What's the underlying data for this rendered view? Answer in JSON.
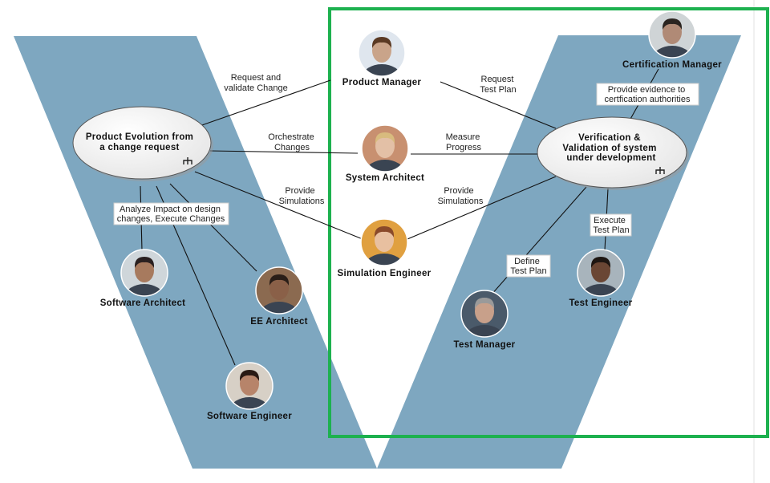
{
  "use_cases": {
    "left": {
      "line1": "Product Evolution from",
      "line2": "a change request"
    },
    "right": {
      "line1": "Verification &",
      "line2": "Validation of system",
      "line3": "under development"
    }
  },
  "actors": {
    "product_manager": "Product Manager",
    "system_architect": "System Architect",
    "simulation_engineer": "Simulation Engineer",
    "software_architect": "Software Architect",
    "ee_architect": "EE Architect",
    "software_engineer": "Software Engineer",
    "certification_manager": "Certification Manager",
    "test_engineer": "Test Engineer",
    "test_manager": "Test Manager"
  },
  "edges": {
    "request_validate": [
      "Request and",
      "validate Change"
    ],
    "orchestrate": [
      "Orchestrate",
      "Changes"
    ],
    "provide_sim_left": [
      "Provide",
      "Simulations"
    ],
    "analyze": [
      "Analyze Impact on design",
      "changes, Execute Changes"
    ],
    "request_test_plan": [
      "Request",
      "Test Plan"
    ],
    "measure": [
      "Measure",
      "Progress"
    ],
    "provide_sim_right": [
      "Provide",
      "Simulations"
    ],
    "evidence": [
      "Provide evidence to",
      "certfication authorities"
    ],
    "execute": [
      "Execute",
      "Test Plan"
    ],
    "define": [
      "Define",
      "Test Plan"
    ]
  },
  "colors": {
    "band": "#7ea7c0",
    "highlight": "#1db14f"
  }
}
